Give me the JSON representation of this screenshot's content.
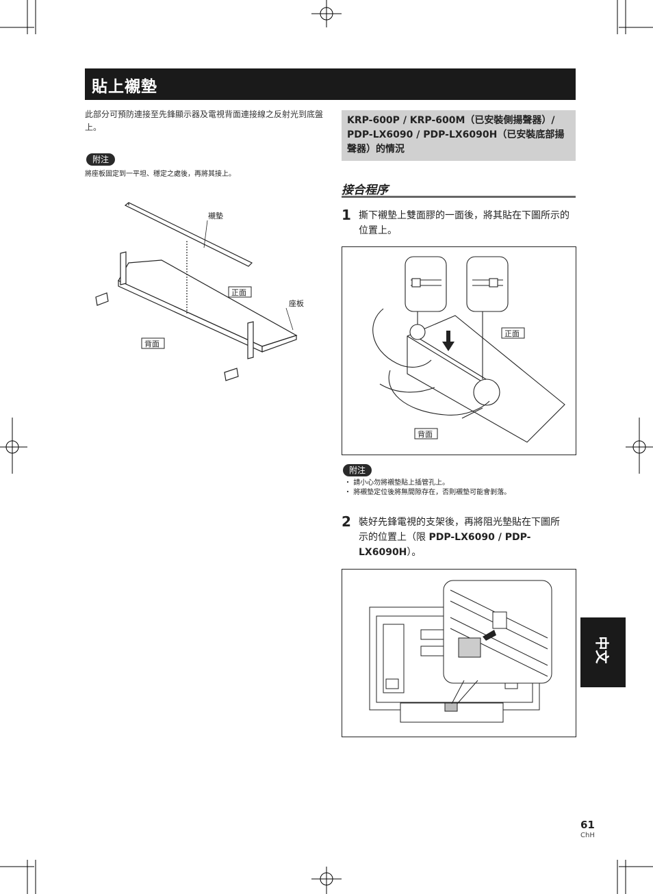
{
  "title": "貼上襯墊",
  "intro": "此部分可預防連接至先鋒顯示器及電視背面連接線之反射光到底盤上。",
  "note1": {
    "badge": "附注",
    "text": "將座板固定到一平坦、穩定之處後，再將其接上。"
  },
  "figure1": {
    "label_pad": "襯墊",
    "label_front": "正面",
    "label_base": "座板",
    "label_back": "背面"
  },
  "model_box": "KRP-600P / KRP-600M（已安裝側揚聲器）/ PDP-LX6090 / PDP-LX6090H（已安裝底部揚聲器）的情況",
  "procedure_heading": "接合程序",
  "step1": {
    "num": "1",
    "text": "撕下襯墊上雙面膠的一面後，將其貼在下圖所示的位置上。"
  },
  "figure2": {
    "label_front": "正面",
    "label_back": "背面"
  },
  "note2": {
    "badge": "附注",
    "items": [
      "請小心勿將襯墊貼上插管孔上。",
      "將襯墊定位後將無間隙存在，否則襯墊可能會剝落。"
    ]
  },
  "step2": {
    "num": "2",
    "text_plain": "裝好先鋒電視的支架後，再將阻光墊貼在下圖所示的位置上（限 ",
    "text_bold": "PDP-LX6090 / PDP-LX6090H",
    "text_end": "）。"
  },
  "lang_tab": "中文",
  "page_number": "61",
  "page_code": "ChH"
}
